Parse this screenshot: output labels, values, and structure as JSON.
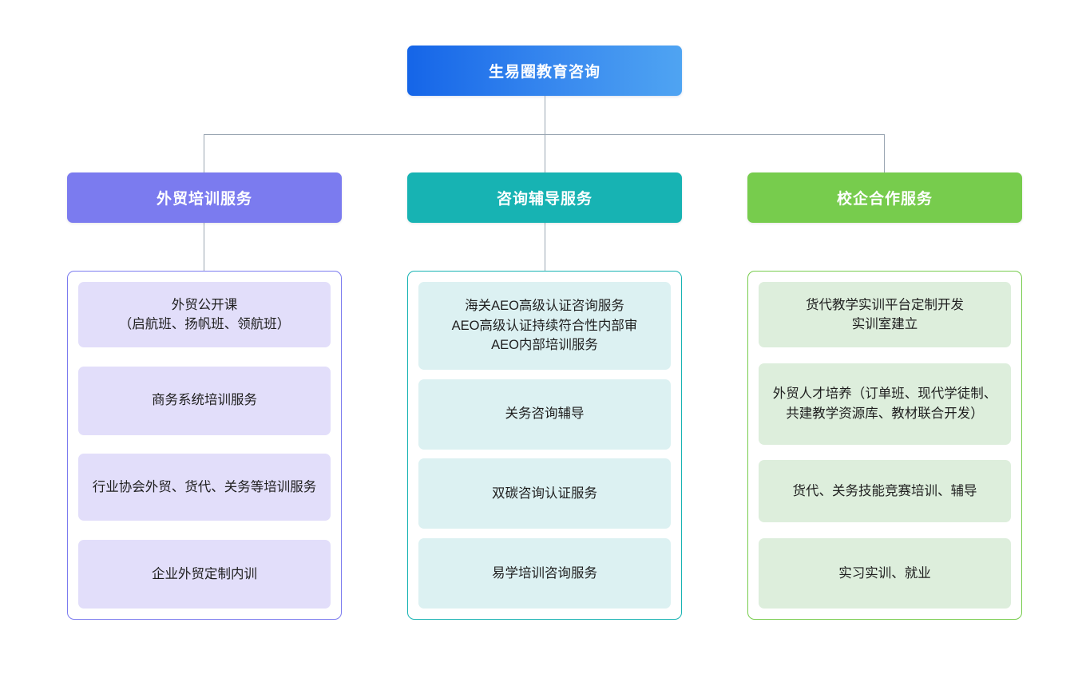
{
  "diagram": {
    "type": "organization-chart",
    "root": {
      "label": "生易圈教育咨询",
      "color": "#1565e8",
      "color_end": "#4fa4f2"
    },
    "columns": [
      {
        "header": "外贸培训服务",
        "color": "#7b7bef",
        "item_fill": "#e2defa",
        "has_header_connector": true,
        "items": [
          "外贸公开课\n（启航班、扬帆班、领航班）",
          "商务系统培训服务",
          "行业协会外贸、货代、关务等培训服务",
          "企业外贸定制内训"
        ]
      },
      {
        "header": "咨询辅导服务",
        "color": "#17b3b3",
        "item_fill": "#dcf1f2",
        "has_header_connector": true,
        "items": [
          "海关AEO高级认证咨询服务\nAEO高级认证持续符合性内部审\nAEO内部培训服务",
          "关务咨询辅导",
          "双碳咨询认证服务",
          "易学培训咨询服务"
        ]
      },
      {
        "header": "校企合作服务",
        "color": "#77cc4d",
        "item_fill": "#ddeedc",
        "has_header_connector": false,
        "items": [
          "货代教学实训平台定制开发\n实训室建立",
          "外贸人才培养（订单班、现代学徒制、共建教学资源库、教材联合开发）",
          "货代、关务技能竞赛培训、辅导",
          "实习实训、就业"
        ]
      }
    ],
    "connector_color": "#9aa6b2"
  }
}
